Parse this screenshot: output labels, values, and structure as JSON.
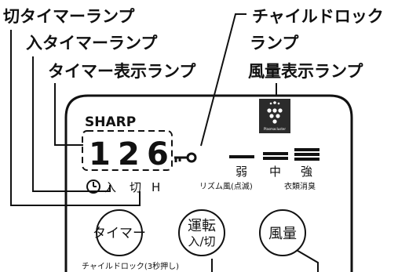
{
  "callouts": {
    "off_timer_lamp": "切タイマーランプ",
    "on_timer_lamp": "入タイマーランプ",
    "timer_display_lamp": "タイマー表示ランプ",
    "child_lock_lamp_line1": "チャイルドロック",
    "child_lock_lamp_line2": "ランプ",
    "airflow_display_lamp": "風量表示ランプ"
  },
  "panel": {
    "brand": "SHARP",
    "plasmacluster_label": "Plasmacluster",
    "timer_digits": [
      "1",
      "2",
      "6"
    ],
    "timer_indicators": [
      "入",
      "切",
      "H"
    ],
    "fan_levels": [
      "弱",
      "中",
      "強"
    ],
    "fan_sublabel_left": "リズム風(点滅)",
    "fan_sublabel_right": "衣類消臭"
  },
  "buttons": {
    "timer_label": "タイマー",
    "timer_sublabel": "チャイルドロック(3秒押し)",
    "run_line1": "運転",
    "run_line2": "入/切",
    "airflow_label": "風量"
  },
  "colors": {
    "ink": "#111111",
    "background": "#ffffff",
    "logo_tile": "#2b2b2b"
  }
}
